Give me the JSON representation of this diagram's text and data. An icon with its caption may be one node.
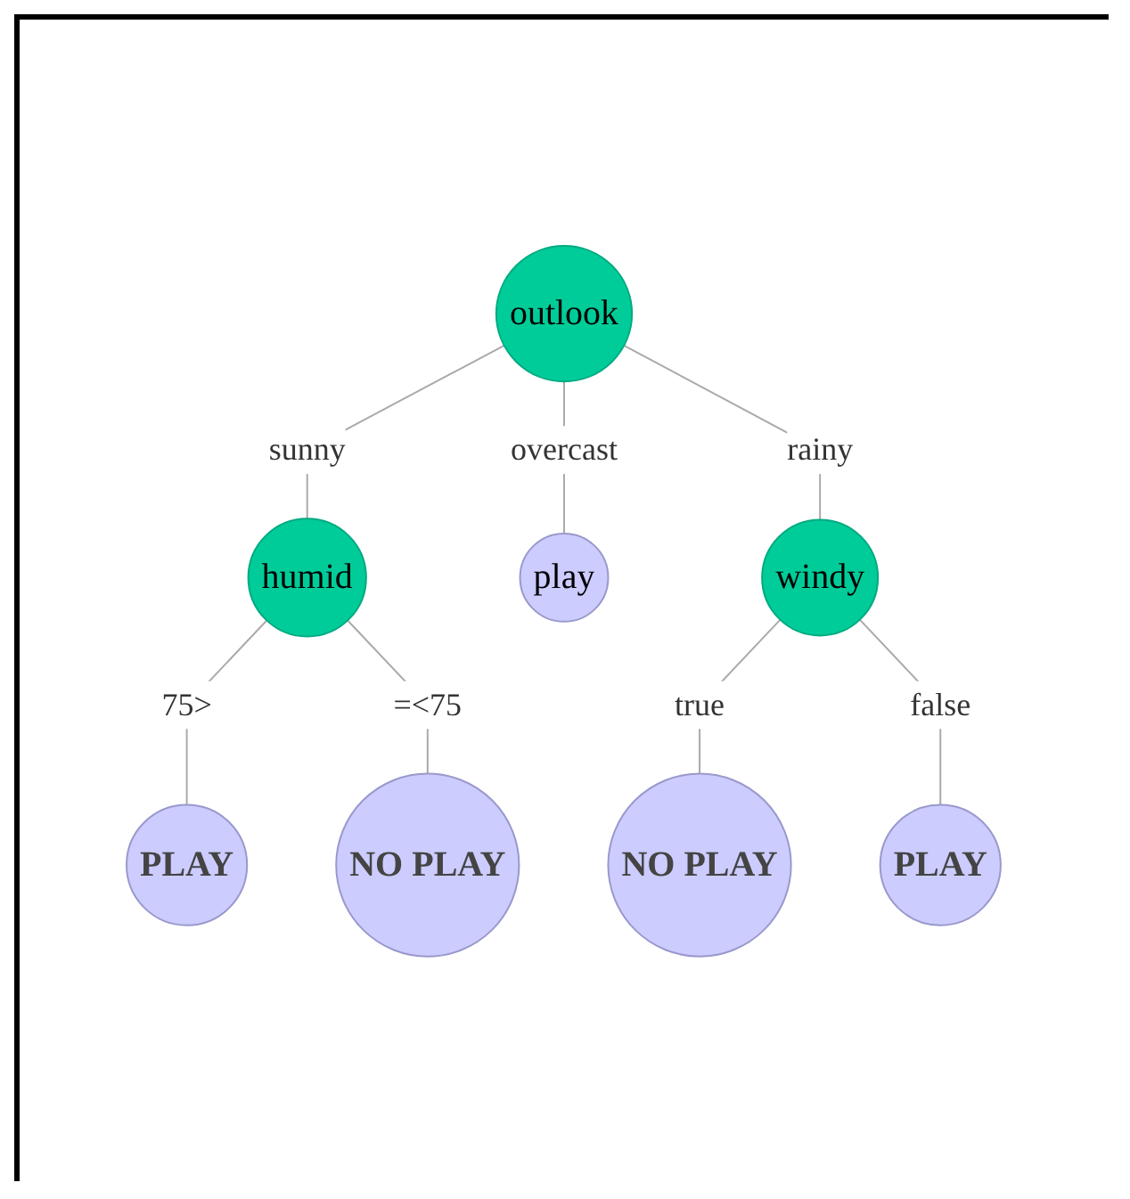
{
  "diagram": {
    "nodes": [
      {
        "text": [
          "outlook"
        ]
      },
      {
        "text": [
          "humid"
        ]
      },
      {
        "text": [
          "play"
        ]
      },
      {
        "text": [
          "windy"
        ]
      },
      {
        "text": [
          "PLAY"
        ]
      },
      {
        "text": [
          "NO PLAY"
        ]
      },
      {
        "text": [
          "NO PLAY"
        ]
      },
      {
        "text": [
          "PLAY"
        ]
      }
    ],
    "edges": [
      {
        "from": 0,
        "to": 1,
        "arrow": "none",
        "label": "sunny"
      },
      {
        "from": 0,
        "to": 2,
        "arrow": "none",
        "label": "overcast"
      },
      {
        "from": 0,
        "to": 3,
        "arrow": "none",
        "label": "rainy"
      },
      {
        "from": 1,
        "to": 4,
        "arrow": "none",
        "label": "75>"
      },
      {
        "from": 1,
        "to": 5,
        "arrow": "none",
        "label": "=<75"
      },
      {
        "from": 3,
        "to": 6,
        "arrow": "none",
        "label": "true"
      },
      {
        "from": 3,
        "to": 7,
        "arrow": "none",
        "label": "false"
      }
    ]
  }
}
